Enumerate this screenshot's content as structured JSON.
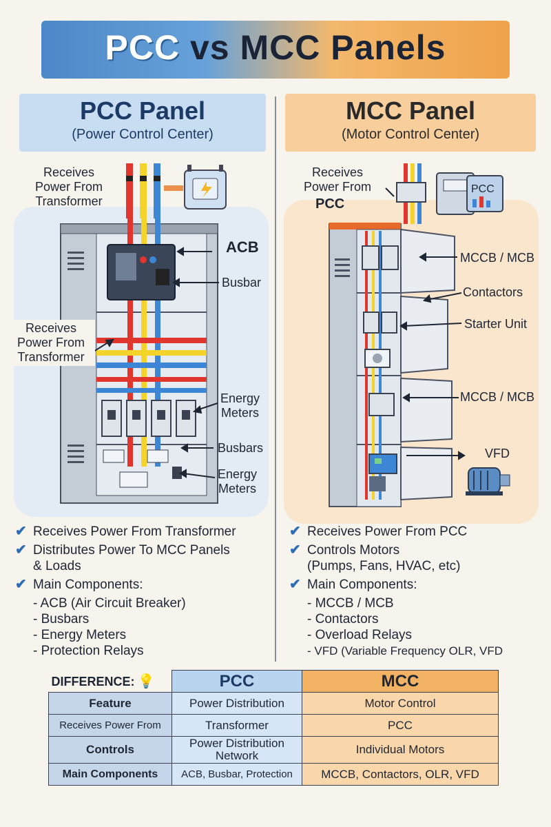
{
  "title": {
    "part1": "PCC",
    "part2": "vs MCC Panels"
  },
  "pcc": {
    "heading": "PCC Panel",
    "subheading": "(Power Control Center)",
    "labels": {
      "receives_top": "Receives\nPower From\nTransformer",
      "acb": "ACB",
      "busbar": "Busbar",
      "receives_side": "Receives\nPower From\nTransformer",
      "energy_meters_1": "Energy\nMeters",
      "busbars": "Busbars",
      "energy_meters_2": "Energy\nMeters"
    },
    "bullets": [
      "Receives Power From Transformer",
      "Distributes Power To MCC Panels\n& Loads",
      "Main Components:"
    ],
    "components": [
      "- ACB (Air Circuit Breaker)",
      "- Busbars",
      "- Energy Meters",
      "- Protection Relays"
    ]
  },
  "mcc": {
    "heading": "MCC Panel",
    "subheading": "(Motor Control Center)",
    "labels": {
      "receives_top_1": "Receives\nPower From",
      "receives_top_2": "PCC",
      "pcc_box": "PCC",
      "mccb_1": "MCCB / MCB",
      "contactors": "Contactors",
      "starter": "Starter Unit",
      "mccb_2": "MCCB / MCB",
      "vfd": "VFD"
    },
    "bullets": [
      "Receives Power From PCC",
      "Controls Motors\n(Pumps, Fans, HVAC, etc)",
      "Main Components:"
    ],
    "components": [
      "- MCCB / MCB",
      "- Contactors",
      "- Overload Relays",
      "- VFD (Variable Frequency OLR, VFD"
    ]
  },
  "difference": {
    "label": "DIFFERENCE:",
    "icon": "lightbulb-icon",
    "col_pcc": "PCC",
    "col_mcc": "MCC",
    "rows": [
      {
        "feature": "Feature",
        "pcc": "Power Distribution",
        "mcc": "Motor Control"
      },
      {
        "feature": "Receives Power From",
        "pcc": "Transformer",
        "mcc": "PCC"
      },
      {
        "feature": "Controls",
        "pcc": "Power Distribution\nNetwork",
        "mcc": "Individual Motors"
      },
      {
        "feature": "Main Components",
        "pcc": "ACB, Busbar, Protection",
        "mcc": "MCCB, Contactors, OLR, VFD"
      }
    ]
  },
  "colors": {
    "pcc_accent": "#3d7fc4",
    "mcc_accent": "#ee9b3c",
    "busbar_red": "#e0362d",
    "busbar_yellow": "#f4d32b",
    "busbar_blue": "#3d86d6",
    "check": "#2f6db3"
  }
}
